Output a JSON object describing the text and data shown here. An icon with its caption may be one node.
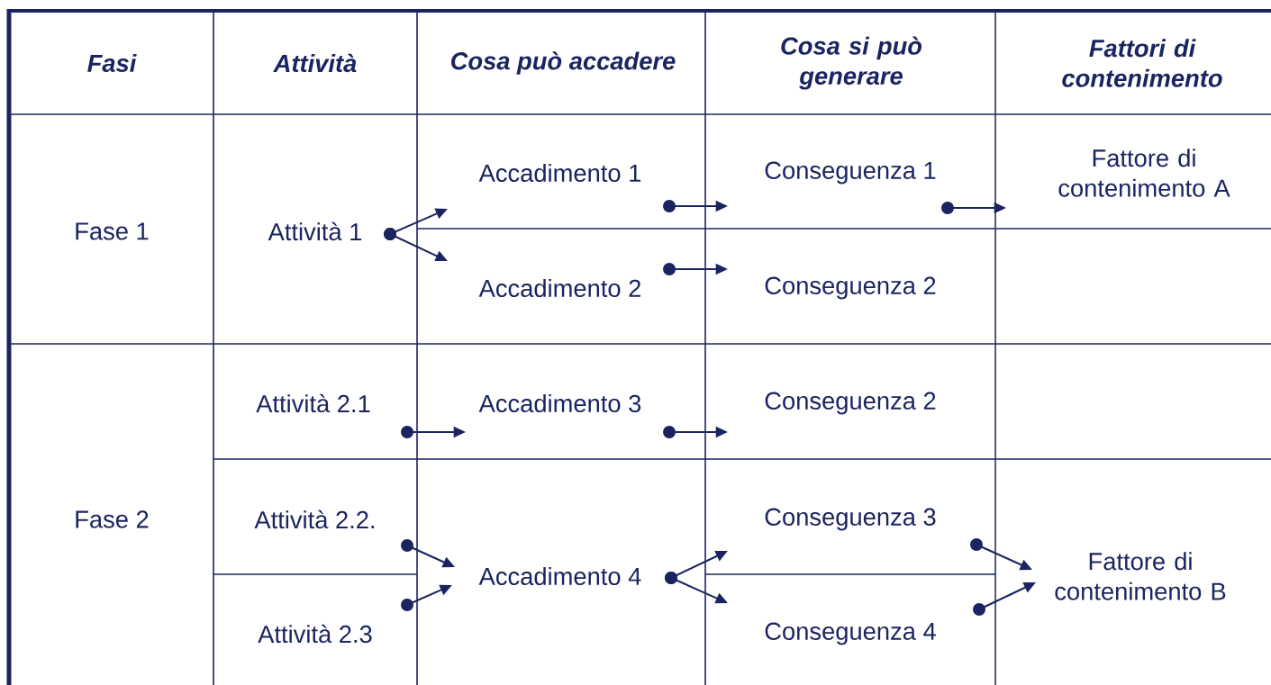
{
  "diagram": {
    "nodes": [
      {
        "text": [
          "Attività 1"
        ]
      },
      {
        "text": [
          "Accadimento 1"
        ]
      },
      {
        "text": [
          "Accadimento 2"
        ]
      },
      {
        "text": [
          "Conseguenza 1"
        ]
      },
      {
        "text": [
          "Conseguenza 2"
        ]
      },
      {
        "text": [
          "Fattore di contenimento A"
        ]
      },
      {
        "text": [
          "Attività 2.1"
        ]
      },
      {
        "text": [
          "Accadimento 3"
        ]
      },
      {
        "text": [
          "Conseguenza 2"
        ]
      },
      {
        "text": [
          "Attività 2.2."
        ]
      },
      {
        "text": [
          "Attività 2.3"
        ]
      },
      {
        "text": [
          "Accadimento 4"
        ]
      },
      {
        "text": [
          "Conseguenza 3"
        ]
      },
      {
        "text": [
          "Conseguenza 4"
        ]
      },
      {
        "text": [
          "Fattore di contenimento B"
        ]
      }
    ],
    "edges": [
      {
        "from": 0,
        "to": 1,
        "arrow": "to"
      },
      {
        "from": 0,
        "to": 2,
        "arrow": "to"
      },
      {
        "from": 1,
        "to": 3,
        "arrow": "to"
      },
      {
        "from": 2,
        "to": 4,
        "arrow": "to"
      },
      {
        "from": 3,
        "to": 5,
        "arrow": "to"
      },
      {
        "from": 6,
        "to": 7,
        "arrow": "to"
      },
      {
        "from": 7,
        "to": 8,
        "arrow": "to"
      },
      {
        "from": 9,
        "to": 11,
        "arrow": "to"
      },
      {
        "from": 10,
        "to": 11,
        "arrow": "to"
      },
      {
        "from": 11,
        "to": 12,
        "arrow": "to"
      },
      {
        "from": 11,
        "to": 13,
        "arrow": "to"
      },
      {
        "from": 12,
        "to": 14,
        "arrow": "to"
      },
      {
        "from": 13,
        "to": 14,
        "arrow": "to"
      }
    ],
    "labels": [
      "Fasi",
      "Attività",
      "Cosa può accadere",
      "Cosa si può generare",
      "Fattori di contenimento",
      "Fase 1",
      "Fase 2"
    ]
  }
}
